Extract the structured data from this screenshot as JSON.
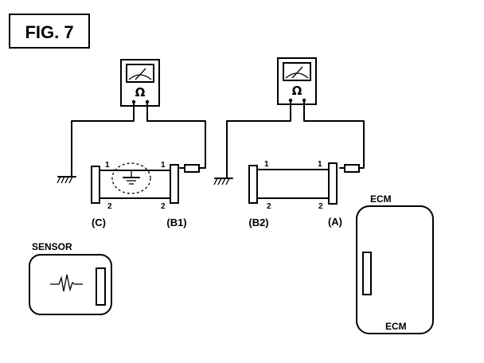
{
  "figure": {
    "title": "FIG. 7",
    "connectors": {
      "c": "(C)",
      "b1": "(B1)",
      "b2": "(B2)",
      "a": "(A)"
    },
    "pins": {
      "one": "1",
      "two": "2"
    },
    "meter_symbol": "Ω",
    "sensor_label": "SENSOR",
    "ecm_label": "ECM"
  }
}
